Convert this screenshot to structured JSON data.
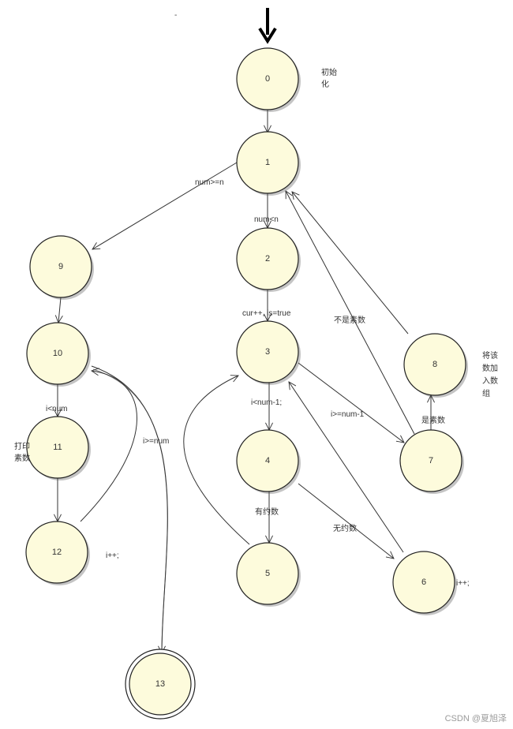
{
  "diagram": {
    "stray_mark": "-",
    "nodes": [
      {
        "id": "0",
        "label": "0"
      },
      {
        "id": "1",
        "label": "1"
      },
      {
        "id": "2",
        "label": "2"
      },
      {
        "id": "3",
        "label": "3"
      },
      {
        "id": "4",
        "label": "4"
      },
      {
        "id": "5",
        "label": "5"
      },
      {
        "id": "6",
        "label": "6"
      },
      {
        "id": "7",
        "label": "7"
      },
      {
        "id": "8",
        "label": "8"
      },
      {
        "id": "9",
        "label": "9"
      },
      {
        "id": "10",
        "label": "10"
      },
      {
        "id": "11",
        "label": "11"
      },
      {
        "id": "12",
        "label": "12"
      },
      {
        "id": "13",
        "label": "13"
      }
    ],
    "edges": [
      {
        "from": "0",
        "to": "1",
        "label": ""
      },
      {
        "from": "1",
        "to": "9",
        "label": "num>=n"
      },
      {
        "from": "1",
        "to": "2",
        "label": "num<n"
      },
      {
        "from": "2",
        "to": "3",
        "label": "cur++, is=true"
      },
      {
        "from": "3",
        "to": "4",
        "label": "i<num-1;"
      },
      {
        "from": "3",
        "to": "7",
        "label": "i>=num-1"
      },
      {
        "from": "4",
        "to": "5",
        "label": "有约数"
      },
      {
        "from": "4",
        "to": "6",
        "label": "无约数"
      },
      {
        "from": "5",
        "to": "3",
        "label": ""
      },
      {
        "from": "6",
        "to": "3",
        "label": ""
      },
      {
        "from": "7",
        "to": "8",
        "label": "是素数"
      },
      {
        "from": "7",
        "to": "1",
        "label": "不是素数"
      },
      {
        "from": "8",
        "to": "1",
        "label": ""
      },
      {
        "from": "9",
        "to": "10",
        "label": ""
      },
      {
        "from": "10",
        "to": "11",
        "label": "i<num"
      },
      {
        "from": "10",
        "to": "13",
        "label": "i>=num"
      },
      {
        "from": "11",
        "to": "12",
        "label": ""
      },
      {
        "from": "12",
        "to": "10",
        "label": ""
      }
    ],
    "notes": [
      {
        "id": "init",
        "lines": [
          "初始",
          "化"
        ]
      },
      {
        "id": "print",
        "lines": [
          "打印",
          "素数"
        ]
      },
      {
        "id": "add",
        "lines": [
          "将该",
          "数加",
          "入数",
          "组"
        ]
      },
      {
        "id": "inc12",
        "lines": [
          "i++;"
        ]
      },
      {
        "id": "inc6",
        "lines": [
          "i++;"
        ]
      }
    ]
  },
  "watermark": "CSDN @夏旭泽"
}
